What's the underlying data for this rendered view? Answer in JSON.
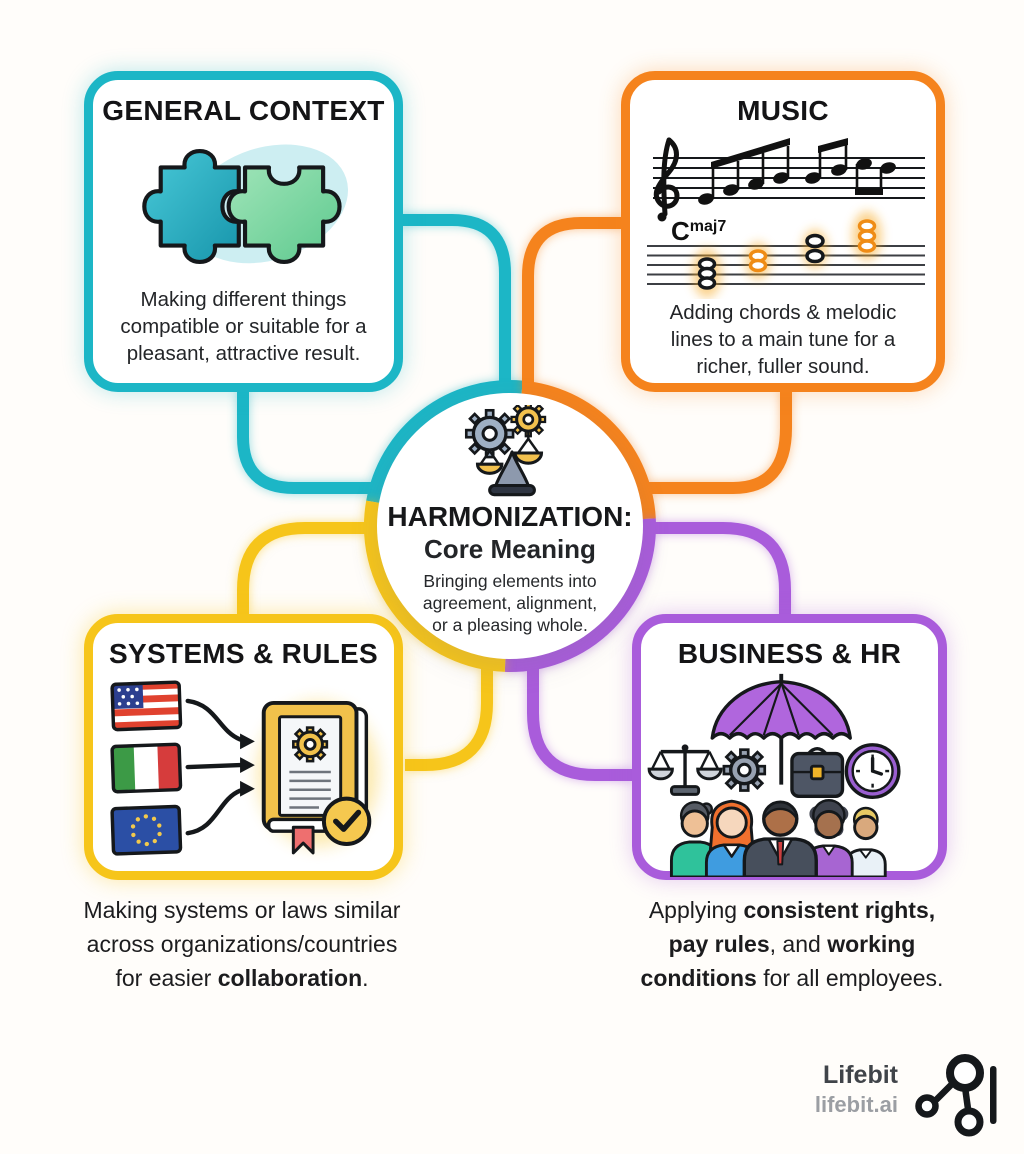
{
  "colors": {
    "teal": "#1cb6c6",
    "orange": "#f5831d",
    "yellow": "#f6c51a",
    "purple": "#a95cdb",
    "ink": "#1b1b1d"
  },
  "quadrants": {
    "general_context": {
      "title": "GENERAL CONTEXT",
      "desc_lines": [
        "Making different things",
        "compatible or suitable for a",
        "pleasant, attractive result."
      ]
    },
    "music": {
      "title": "MUSIC",
      "chord": {
        "base": "C",
        "sup": "maj7"
      },
      "desc_lines": [
        "Adding chords & melodic",
        "lines to a main tune for a",
        "richer, fuller sound."
      ]
    },
    "systems_rules": {
      "title": "SYSTEMS & RULES",
      "caption_lines": [
        [
          {
            "t": "Making systems or laws similar",
            "b": 0
          }
        ],
        [
          {
            "t": "across organizations/countries",
            "b": 0
          }
        ],
        [
          {
            "t": "for easier ",
            "b": 0
          },
          {
            "t": "collaboration",
            "b": 1
          },
          {
            "t": ".",
            "b": 0
          }
        ]
      ]
    },
    "business_hr": {
      "title": "BUSINESS & HR",
      "caption_lines": [
        [
          {
            "t": "Applying ",
            "b": 0
          },
          {
            "t": "consistent rights,",
            "b": 1
          }
        ],
        [
          {
            "t": "pay rules",
            "b": 1
          },
          {
            "t": ", and ",
            "b": 0
          },
          {
            "t": "working",
            "b": 1
          }
        ],
        [
          {
            "t": "conditions",
            "b": 1
          },
          {
            "t": " for all employees.",
            "b": 0
          }
        ]
      ]
    }
  },
  "center": {
    "title": "HARMONIZATION:",
    "subtitle": "Core Meaning",
    "desc_lines": [
      "Bringing elements into",
      "agreement, alignment,",
      "or a pleasing whole."
    ]
  },
  "footer": {
    "brand": "Lifebit",
    "domain": "lifebit.ai"
  },
  "icons": {
    "puzzle-icon": "two interlocking puzzle pieces",
    "treble-staff-icon": "treble clef staff with ascending beamed melody",
    "chord-staff-icon": "staff with four stacked chords, Cmaj7 label",
    "us-flag-icon": "United States flag",
    "italy-flag-icon": "Italy flag",
    "eu-flag-icon": "European Union flag",
    "merge-arrows-icon": "three arrows converging",
    "rulebook-icon": "rulebook with gear, checkmark badge and ribbon",
    "umbrella-icon": "purple umbrella",
    "scales-icon": "balance scales",
    "gear-icon": "gear",
    "briefcase-icon": "briefcase",
    "clock-icon": "wall clock",
    "team-icon": "five diverse employees",
    "gears-scale-icon": "gears with balance scale",
    "lifebit-logo-icon": "network nodes glyph with vertical bar"
  }
}
